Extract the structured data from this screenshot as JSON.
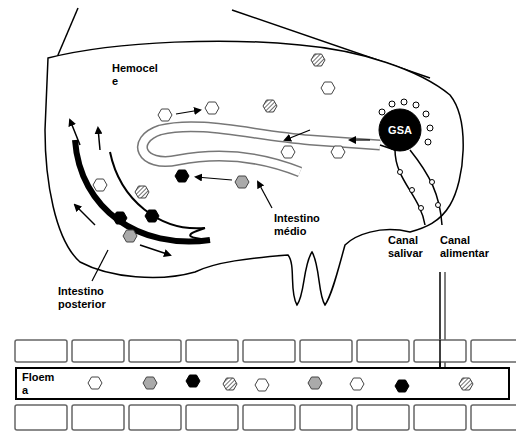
{
  "diagram": {
    "nodes": [
      {
        "text": [
          "GSA"
        ]
      },
      {
        "text": [
          "Floem a"
        ]
      }
    ],
    "labels": [
      "Hemocel e",
      "Intestino médio",
      "Intestino posterior",
      "Canal salivar",
      "Canal alimentar"
    ]
  }
}
